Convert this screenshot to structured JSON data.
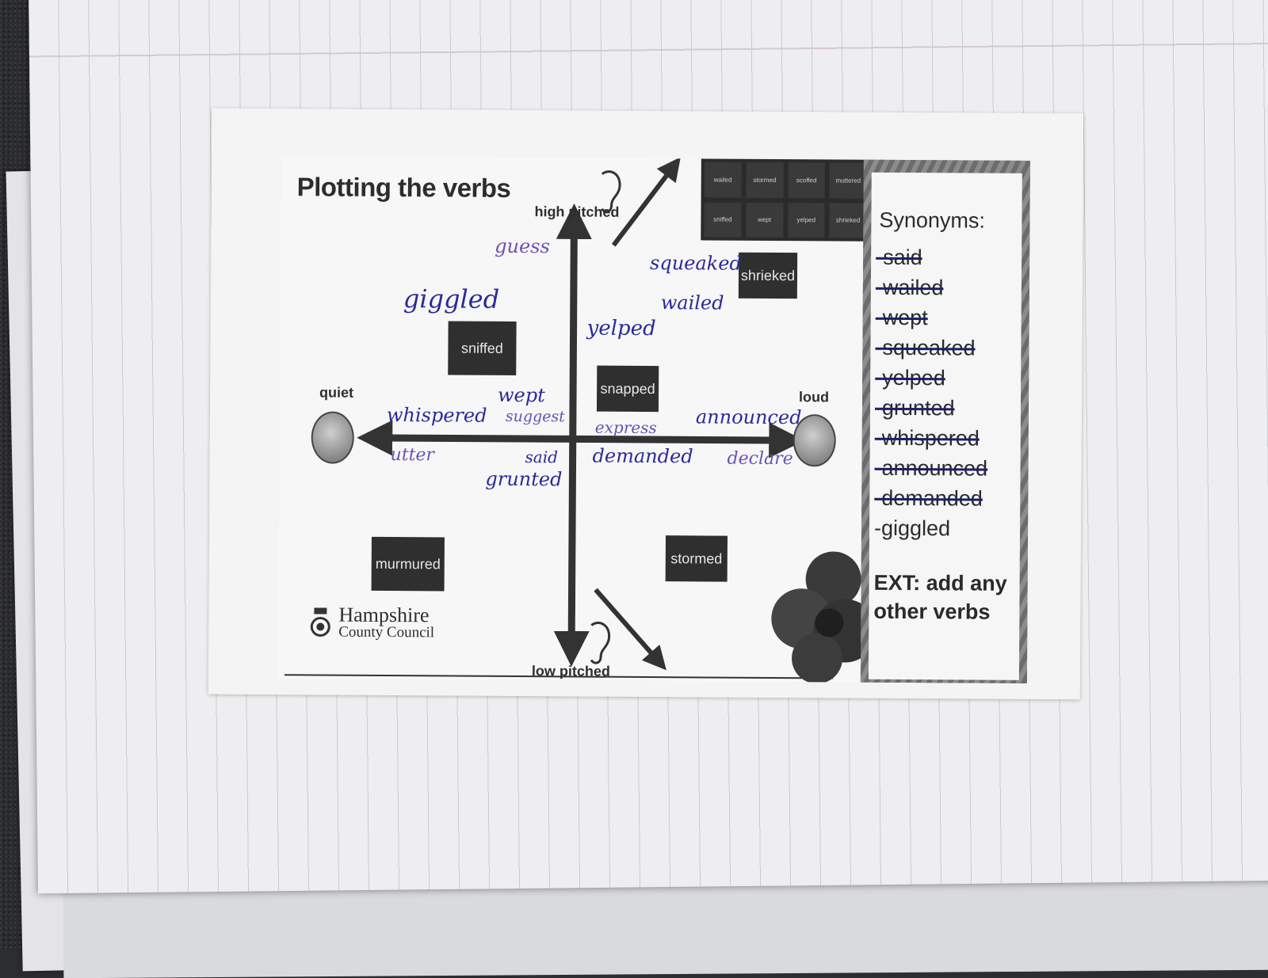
{
  "worksheet": {
    "title": "Plotting the verbs",
    "axes": {
      "top": "high pitched",
      "bottom": "low pitched",
      "left": "quiet",
      "right": "loud"
    },
    "verb_boxes": [
      {
        "id": "sniffed",
        "label": "sniffed"
      },
      {
        "id": "snapped",
        "label": "snapped"
      },
      {
        "id": "shrieked",
        "label": "shrieked"
      },
      {
        "id": "murmured",
        "label": "murmured"
      },
      {
        "id": "stormed",
        "label": "stormed"
      }
    ],
    "top_grid": [
      "wailed",
      "stormed",
      "scoffed",
      "muttered",
      "sniffed",
      "wept",
      "yelped",
      "shrieked"
    ],
    "handwritten": {
      "guess": "guess",
      "giggled": "giggled",
      "squeaked": "squeaked",
      "wailed": "wailed",
      "yelped": "yelped",
      "whispered": "whispered",
      "wept": "wept",
      "suggest": "suggest",
      "express": "express",
      "announced": "announced",
      "utter": "utter",
      "said": "said",
      "demanded": "demanded",
      "declare": "declare",
      "grunted": "grunted"
    },
    "logo": {
      "line1": "Hampshire",
      "line2": "County Council"
    },
    "synonyms": {
      "title": "Synonyms:",
      "items": [
        {
          "text": "-said",
          "struck": true
        },
        {
          "text": "-wailed",
          "struck": true
        },
        {
          "text": "-wept",
          "struck": true
        },
        {
          "text": "-squeaked",
          "struck": true
        },
        {
          "text": "-yelped",
          "struck": true
        },
        {
          "text": "-grunted",
          "struck": true
        },
        {
          "text": "-whispered",
          "struck": true
        },
        {
          "text": "-announced",
          "struck": true
        },
        {
          "text": "-demanded",
          "struck": true
        },
        {
          "text": "-giggled",
          "struck": false
        }
      ],
      "ext": "EXT: add any other verbs"
    }
  }
}
